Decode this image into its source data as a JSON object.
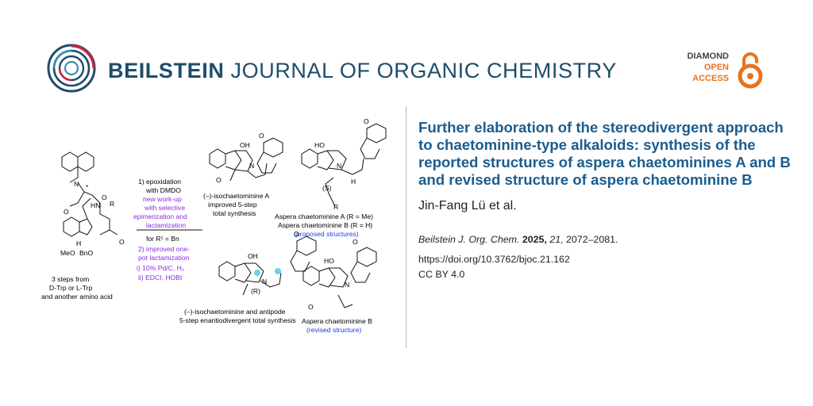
{
  "header": {
    "journal_bold": "BEILSTEIN",
    "journal_rest": "JOURNAL OF ORGANIC CHEMISTRY",
    "badge": {
      "line1": "DIAMOND",
      "line2": "OPEN",
      "line3": "ACCESS"
    },
    "colors": {
      "brand": "#1f4d6b",
      "accent_orange": "#e8731f",
      "title_blue": "#1a5d8f"
    }
  },
  "article": {
    "title": "Further elaboration of the stereodivergent approach to chaetominine-type alkaloids: synthesis of the reported structures of aspera chaetominines A and B and revised structure of aspera chaetominine B",
    "authors": "Jin-Fang Lü et al.",
    "citation": {
      "journal": "Beilstein J. Org. Chem.",
      "year": "2025,",
      "volume": "21,",
      "pages": "2072–2081."
    },
    "doi": "https://doi.org/10.3762/bjoc.21.162",
    "license": "CC BY 4.0"
  },
  "scheme": {
    "start_caption": [
      "3 steps from",
      "D-Trp or L-Trp",
      "and another amino acid"
    ],
    "start_labels": {
      "meo": "MeO",
      "bno": "BnO",
      "r": "R",
      "hn": "HN",
      "n": "N",
      "o1": "O",
      "o2": "O",
      "o3": "O",
      "h": "H",
      "star": "*"
    },
    "conditions_top": [
      "1) epoxidation",
      "with DMDO"
    ],
    "conditions_new": [
      "new work-up",
      "with selective",
      "epimerization and",
      "lactamization"
    ],
    "conditions_r1": "for R¹ = Bn",
    "conditions_mid": [
      "2) improved one-",
      "pot lactamization"
    ],
    "conditions_bottom": [
      "i) 10% Pd/C, H₂",
      "ii) EDCI, HOBt"
    ],
    "product1": [
      "(–)-isochaetominine A",
      "improved 5-step",
      "total synthesis"
    ],
    "product2": [
      "Aspera chaetominine A (R = Me)",
      "Aspera chaetominine B (R = H)"
    ],
    "product2_note": "(proposed structures)",
    "product3": [
      "(–)-isochaetominine and antipode",
      "5-step enantiodivergent total synthesis"
    ],
    "product4": "Aspera chaetominine B",
    "product4_note": "(revised structure)",
    "atom_labels": {
      "oh": "OH",
      "ho": "HO",
      "h": "H",
      "n": "N",
      "o": "O",
      "s": "(S)",
      "rr": "(R)",
      "r": "R"
    },
    "colors": {
      "purple": "#8a2be2",
      "blue": "#1e3cd6",
      "cyan": "#27c5e0"
    }
  }
}
